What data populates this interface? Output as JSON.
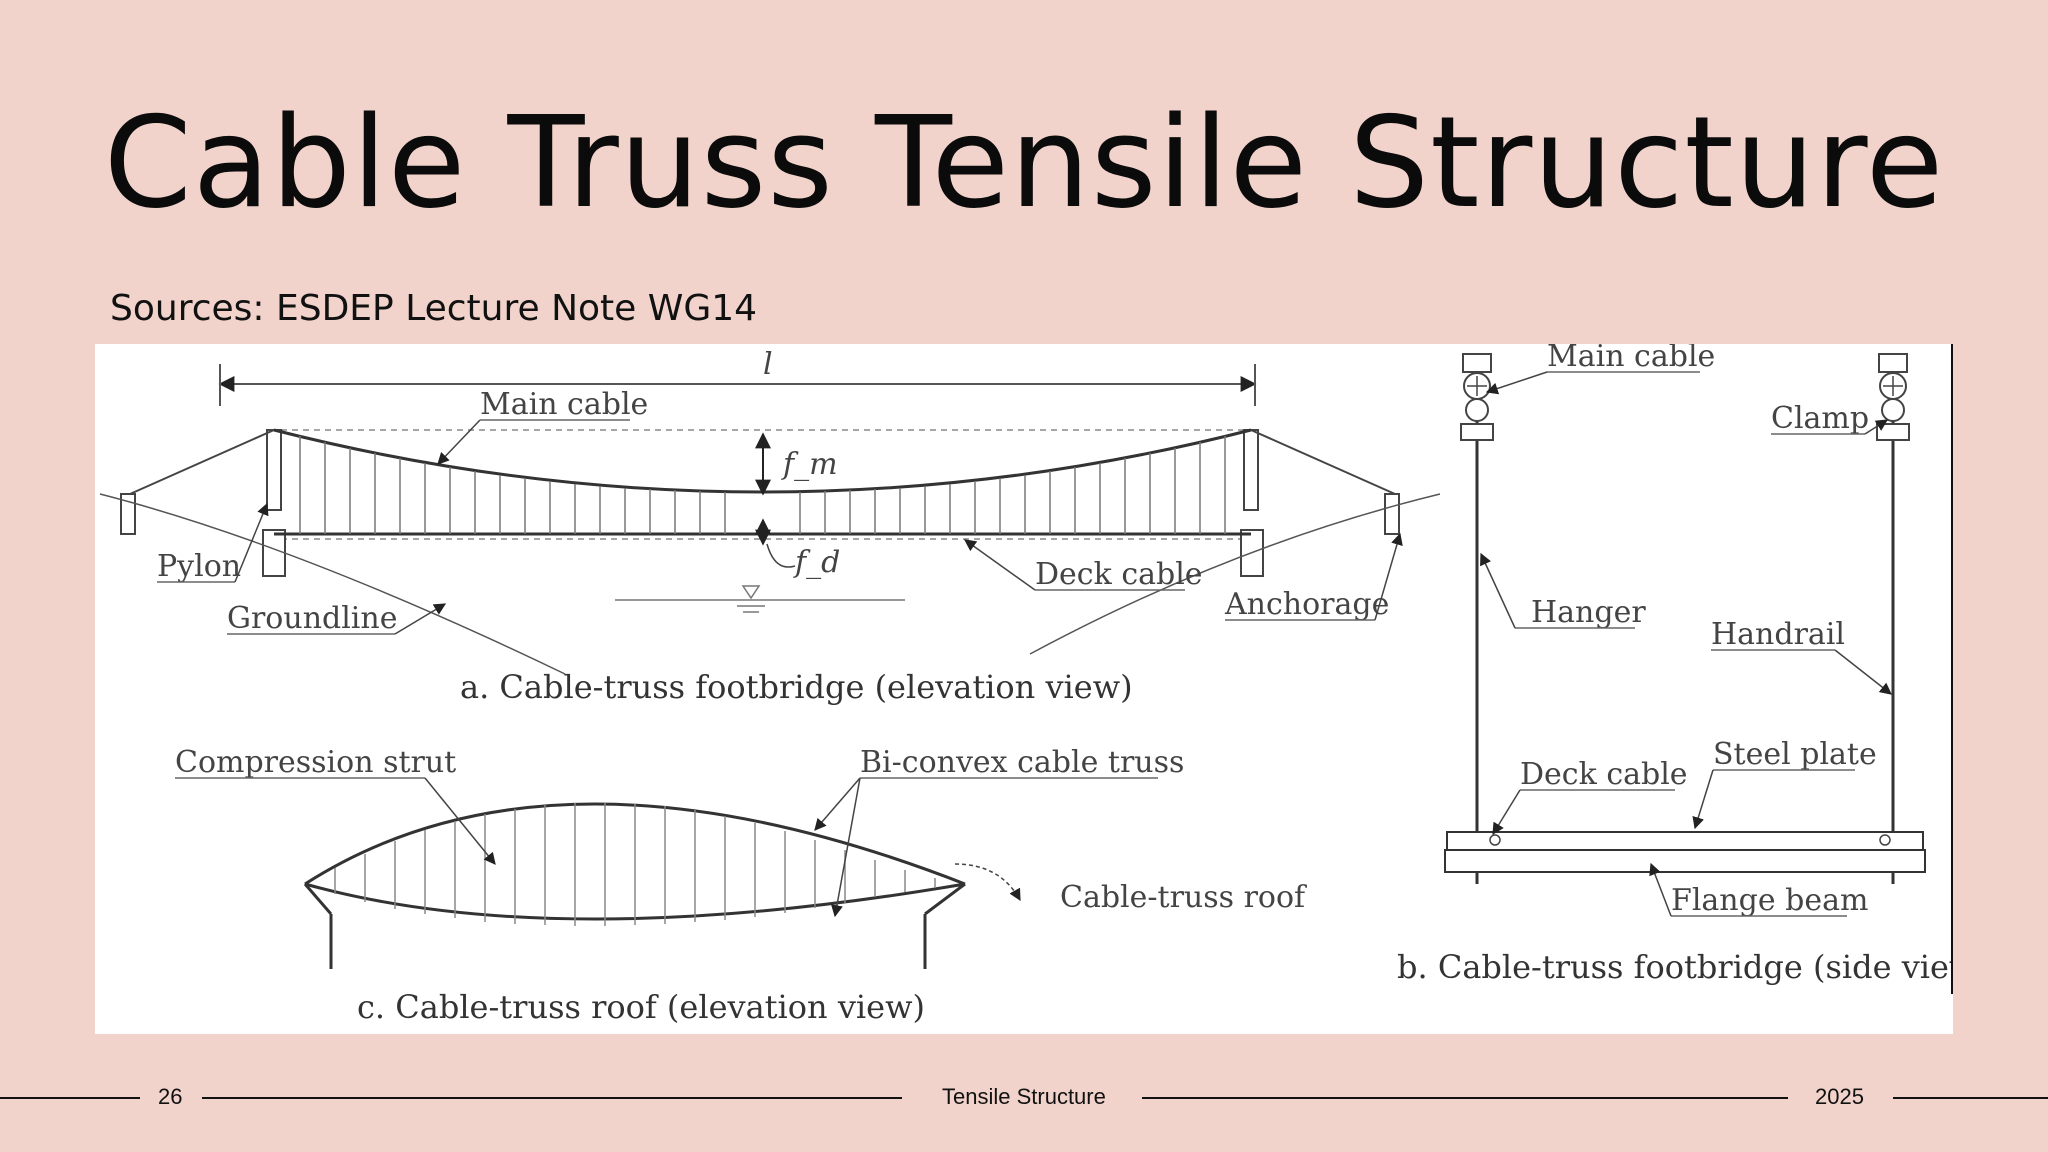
{
  "slide": {
    "title": "Cable Truss Tensile Structure",
    "sources": "Sources: ESDEP Lecture Note WG14"
  },
  "figure": {
    "span_label": "l",
    "sag_top_label": "f_m",
    "sag_bottom_label": "f_d",
    "elevation": {
      "main_cable": "Main cable",
      "pylon": "Pylon",
      "groundline": "Groundline",
      "deck_cable": "Deck cable",
      "anchorage": "Anchorage",
      "caption": "a. Cable-truss footbridge (elevation view)"
    },
    "roof": {
      "compression_strut": "Compression strut",
      "biconvex": "Bi-convex cable truss",
      "roof_label": "Cable-truss roof",
      "caption": "c. Cable-truss roof (elevation view)"
    },
    "side": {
      "main_cable": "Main cable",
      "clamp": "Clamp",
      "hanger": "Hanger",
      "handrail": "Handrail",
      "steel_plate": "Steel plate",
      "deck_cable": "Deck cable",
      "flange_beam": "Flange beam",
      "caption": "b. Cable-truss footbridge (side view)"
    }
  },
  "footer": {
    "page_number": "26",
    "center": "Tensile Structure",
    "year": "2025"
  },
  "colors": {
    "background": "#f1d3cb",
    "text": "#0b0b0b"
  }
}
